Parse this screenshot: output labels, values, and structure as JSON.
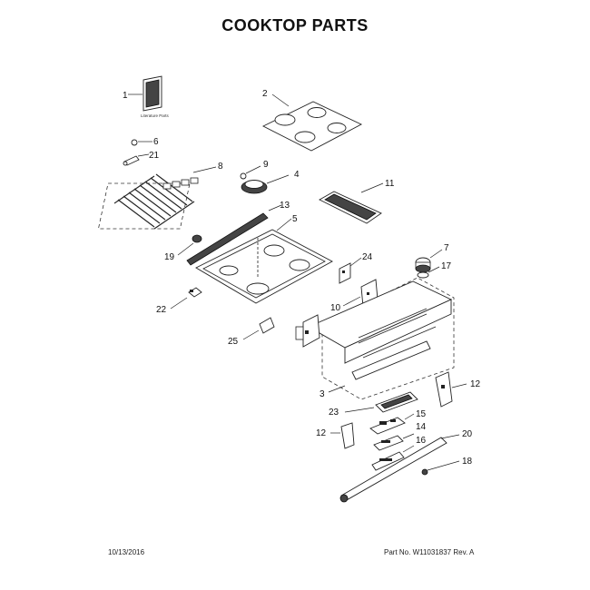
{
  "page": {
    "title": "COOKTOP PARTS",
    "date": "10/13/2016",
    "part_no": "Part No. W11031837  Rev. A",
    "literature_label": "Literature Parts"
  },
  "callouts": [
    "1",
    "2",
    "3",
    "4",
    "5",
    "6",
    "7",
    "8",
    "9",
    "10",
    "11",
    "12",
    "12",
    "13",
    "14",
    "15",
    "16",
    "17",
    "18",
    "19",
    "20",
    "21",
    "22",
    "23",
    "24",
    "25"
  ]
}
